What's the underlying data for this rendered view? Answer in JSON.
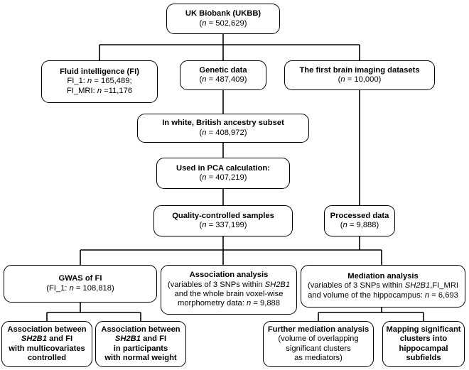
{
  "nodes": {
    "ukbb": {
      "title": "UK Biobank (UKBB)",
      "lines": [
        "(<i>n</i> = 502,629)"
      ]
    },
    "fi": {
      "title": "Fluid intelligence (FI)",
      "lines": [
        "FI_1: <i>n</i> = 165,489;",
        "FI_MRI: <i>n</i> =11,176"
      ]
    },
    "genetic": {
      "title": "Genetic data",
      "lines": [
        "(<i>n</i> = 487,409)"
      ]
    },
    "imaging": {
      "title": "The first brain imaging datasets",
      "lines": [
        "(<i>n</i> = 10,000)"
      ]
    },
    "white": {
      "title": "In white, British ancestry subset",
      "lines": [
        "(<i>n</i> = 408,972)"
      ]
    },
    "pca": {
      "title": "Used in PCA calculation:",
      "lines": [
        "(<i>n</i> = 407,219)"
      ]
    },
    "qc": {
      "title": "Quality-controlled samples",
      "lines": [
        "(<i>n</i> = 337,199)"
      ]
    },
    "processed": {
      "title": "Processed data",
      "lines": [
        "(<i>n</i> = 9,888)"
      ]
    },
    "gwas": {
      "title": "GWAS of FI",
      "lines": [
        "(FI_1: <i>n</i> = 108,818)"
      ]
    },
    "assoc": {
      "title": "Association analysis",
      "lines": [
        "(variables of 3 SNPs within <i>SH2B1</i>",
        "and the whole brain voxel-wise",
        "morphometry data: <i>n</i> = 9,888"
      ]
    },
    "mediation": {
      "title": "Mediation analysis",
      "lines": [
        "(variables of 3 SNPs within <i>SH2B1</i>,FI_MRI",
        "and volume of the hippocampus: <i>n</i> = 6,693"
      ]
    },
    "multicov": {
      "title": "",
      "lines": [
        "Association between",
        "<i>SH2B1</i> and FI",
        "with multicovariates",
        "controlled"
      ],
      "bold": true
    },
    "normal": {
      "title": "",
      "lines": [
        "Association between",
        "<i>SH2B1</i> and FI",
        "in participants",
        "with normal weight"
      ],
      "bold": true
    },
    "furthermed": {
      "title": "Further mediation analysis",
      "lines": [
        "(volume of overlapping",
        "significant clusters",
        "as mediators)"
      ]
    },
    "mapping": {
      "title": "",
      "lines": [
        "Mapping significant",
        "clusters into",
        "hippocampal",
        "subfields"
      ],
      "bold": true
    }
  }
}
